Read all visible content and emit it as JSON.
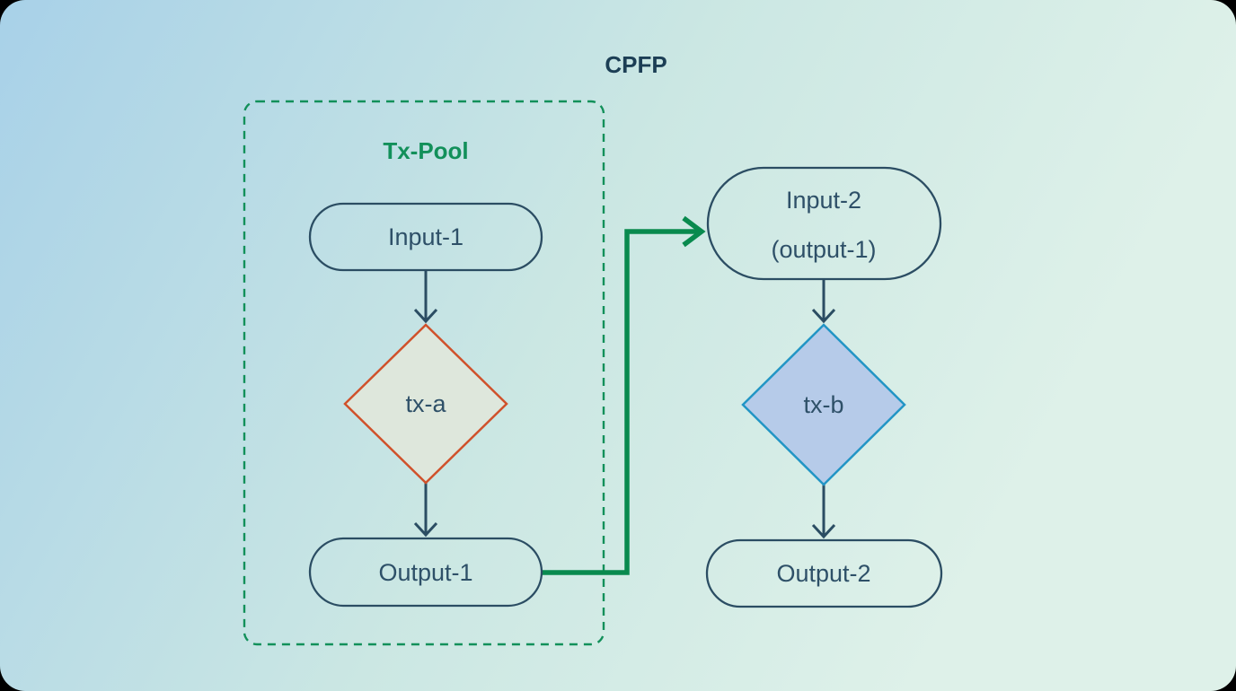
{
  "title": "CPFP",
  "pool": {
    "label": "Tx-Pool"
  },
  "nodes": {
    "input1": {
      "label": "Input-1"
    },
    "txa": {
      "label": "tx-a"
    },
    "output1": {
      "label": "Output-1"
    },
    "input2": {
      "label": "Input-2",
      "sublabel": "(output-1)"
    },
    "txb": {
      "label": "tx-b"
    },
    "output2": {
      "label": "Output-2"
    }
  },
  "colors": {
    "title": "#1c3e55",
    "text": "#2e5068",
    "navy": "#2b4d63",
    "green": "#12905a",
    "green2": "#098a4e",
    "orange": "#d0512b",
    "txa-fill": "#dee7dc",
    "blue": "#2295c5",
    "txb-fill": "#b6cbe9",
    "bg-start": "#a8d1e8",
    "bg-mid": "#cbe7e3",
    "bg-end": "#def1e9"
  }
}
